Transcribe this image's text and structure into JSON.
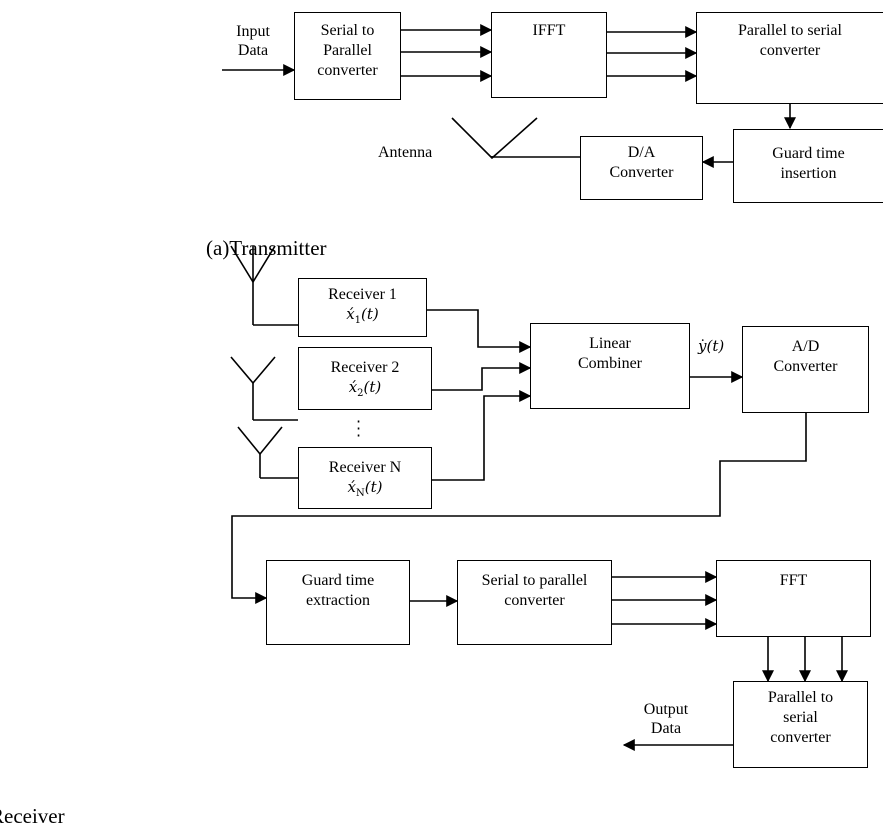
{
  "transmitter": {
    "input_label": "Input\nData",
    "serial_to_parallel": "Serial to\nParallel\nconverter",
    "ifft": "IFFT",
    "parallel_to_serial": "Parallel to serial\nconverter",
    "guard_insertion": "Guard time\ninsertion",
    "da_converter": "D/A\nConverter",
    "antenna_label": "Antenna",
    "section_caption": "(a)Transmitter"
  },
  "receiver": {
    "receiver1": {
      "title": "Receiver 1",
      "signal": "x",
      "sub": "1",
      "arg": "(t)"
    },
    "receiver2": {
      "title": "Receiver 2",
      "signal": "x",
      "sub": "2",
      "arg": "(t)"
    },
    "receiverN": {
      "title": "Receiver N",
      "signal": "x",
      "sub": "N",
      "arg": "(t)"
    },
    "combiner": "Linear\nCombiner",
    "combiner_output": {
      "signal": "y",
      "arg": "(t)"
    },
    "ad_converter": "A/D\nConverter",
    "guard_extraction": "Guard time\nextraction",
    "serial_to_parallel": "Serial to parallel\nconverter",
    "fft": "FFT",
    "parallel_to_serial": "Parallel to\nserial\nconverter",
    "output_label": "Output\nData",
    "section_caption": "Receiver"
  }
}
